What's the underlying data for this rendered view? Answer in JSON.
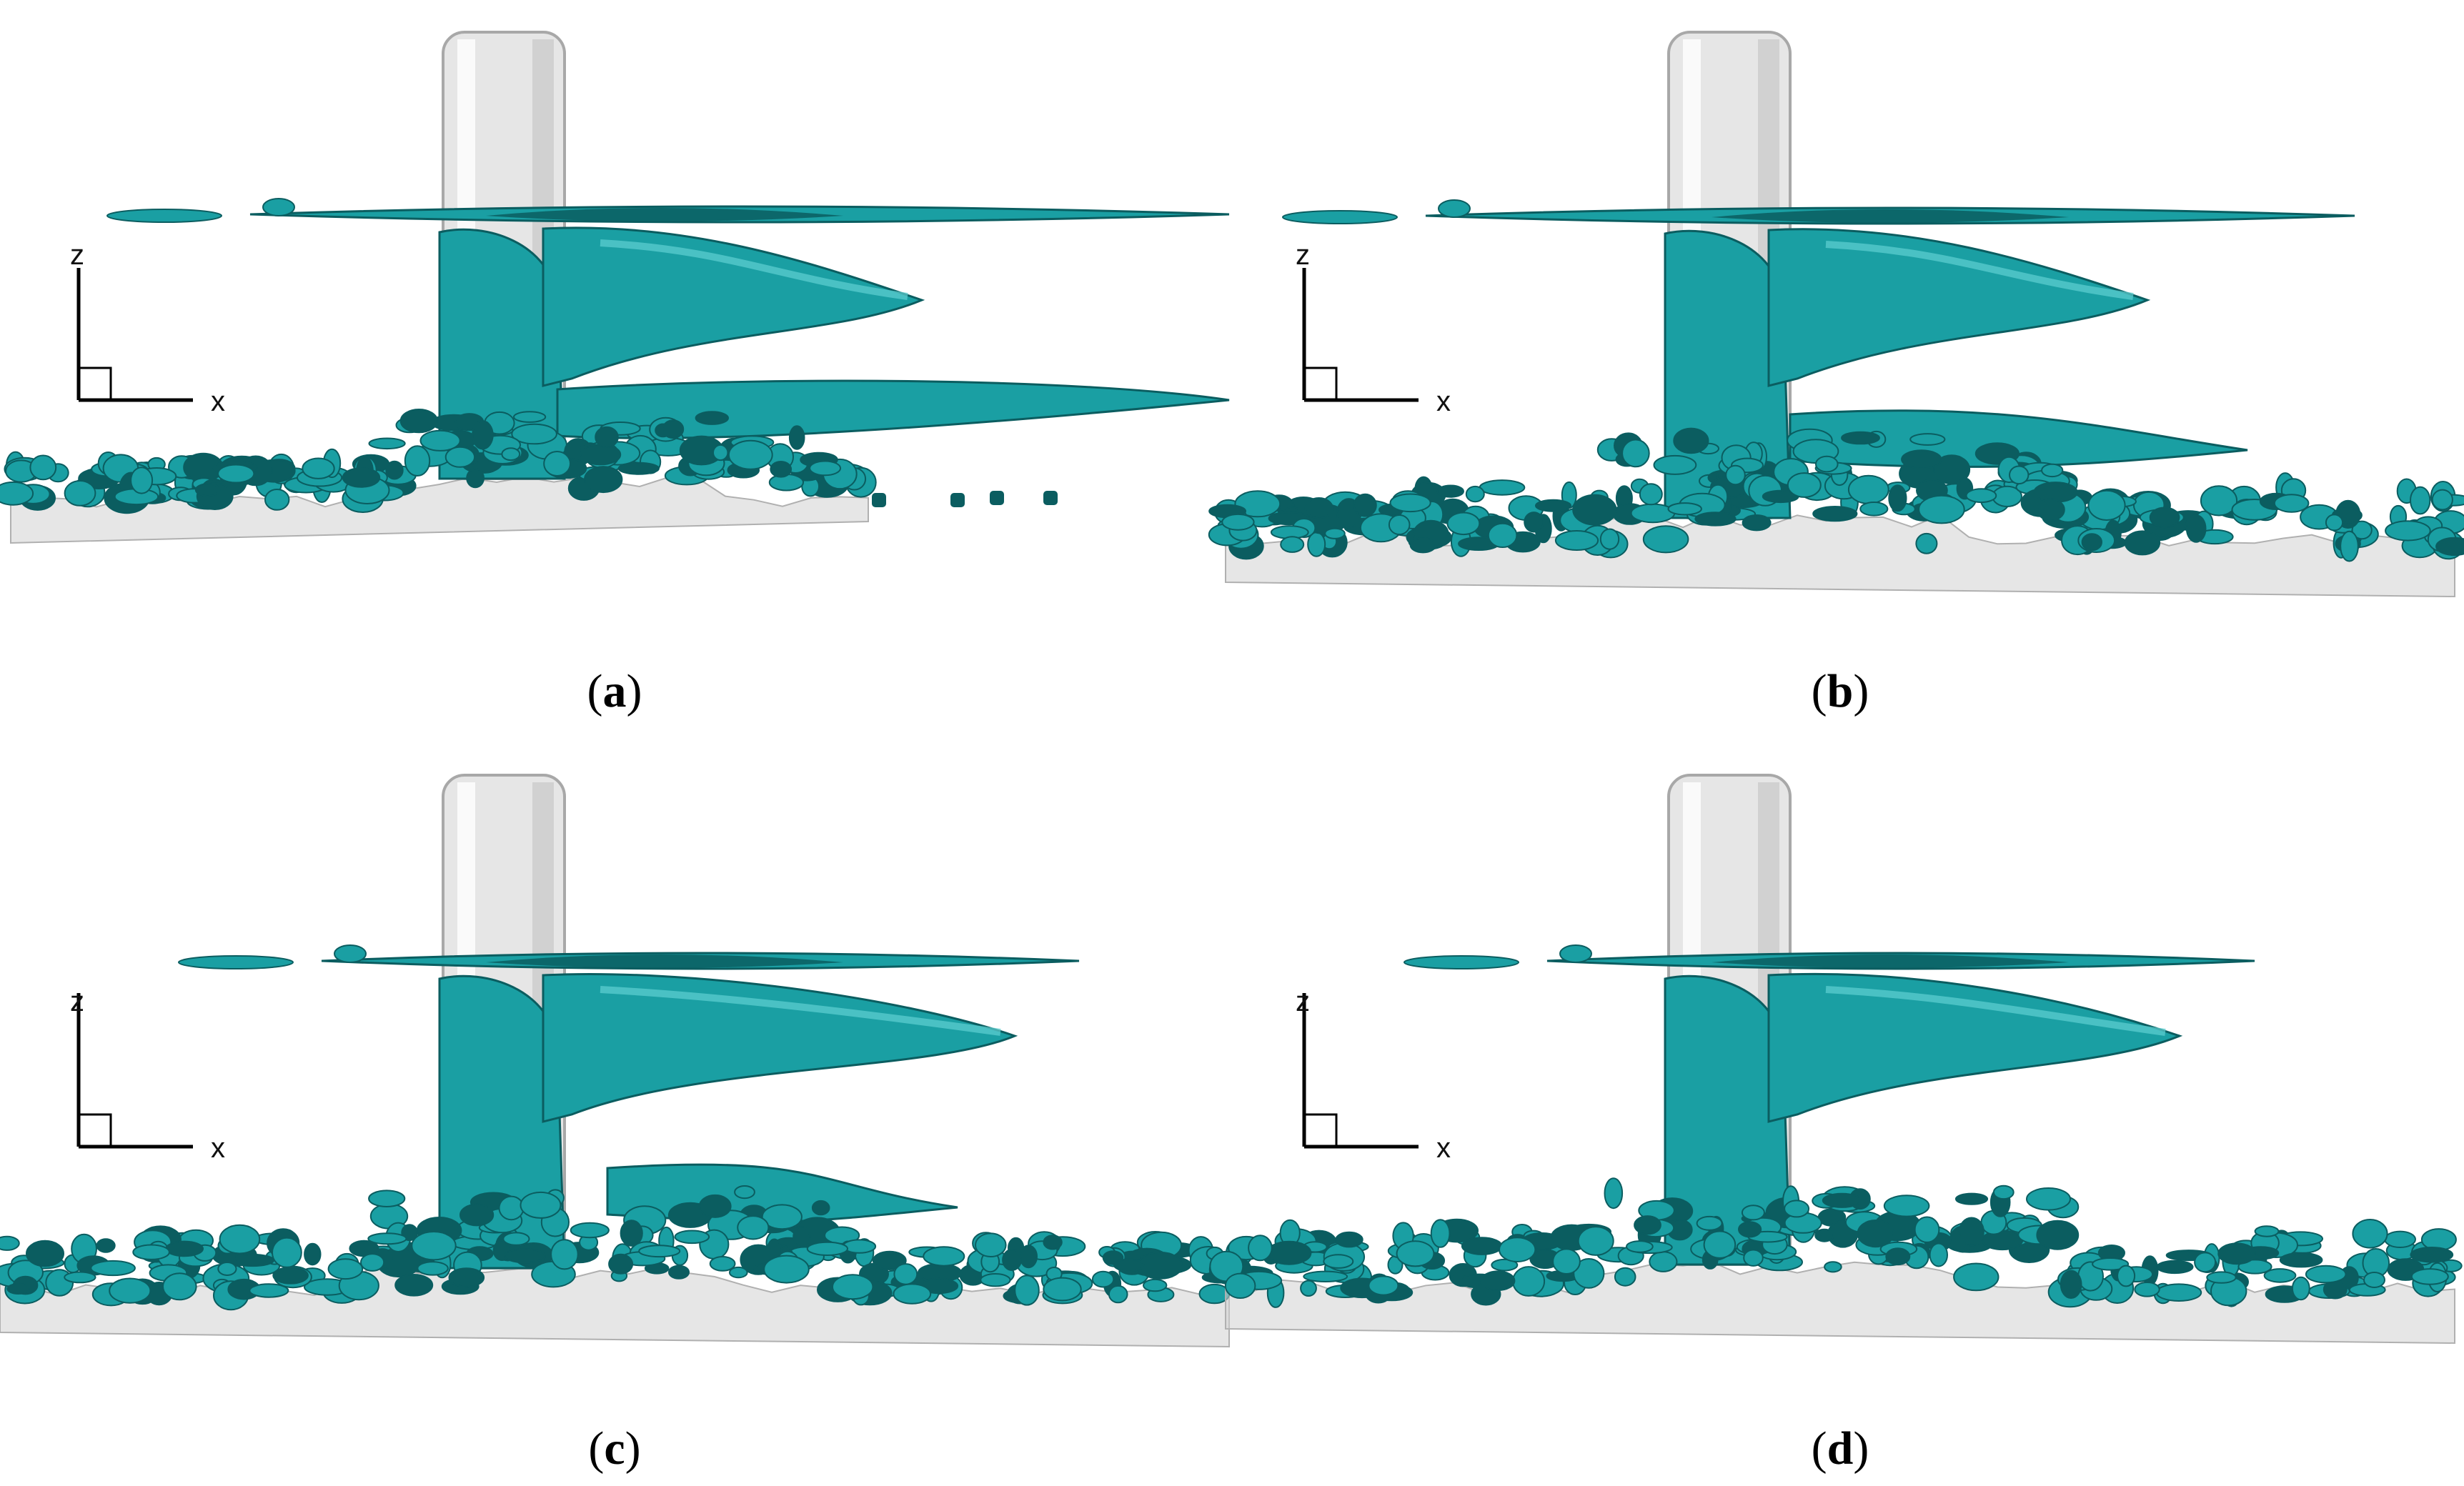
{
  "figure": {
    "panels": [
      {
        "id": "a",
        "caption_letter": "a",
        "axis_z": "z",
        "axis_x": "x",
        "variant": "a"
      },
      {
        "id": "b",
        "caption_letter": "b",
        "axis_z": "z",
        "axis_x": "x",
        "variant": "b"
      },
      {
        "id": "c",
        "caption_letter": "c",
        "axis_z": "z",
        "axis_x": "x",
        "variant": "c"
      },
      {
        "id": "d",
        "caption_letter": "d",
        "axis_z": "z",
        "axis_x": "x",
        "variant": "d"
      }
    ],
    "colors": {
      "vortex": "#1a9fa3",
      "vortex_dark": "#0b5d60",
      "vortex_light": "#5fd0d2",
      "cylinder": "#e6e6e6",
      "cylinder_edge": "#a8a8a8",
      "bed": "#d2d2d2"
    }
  }
}
